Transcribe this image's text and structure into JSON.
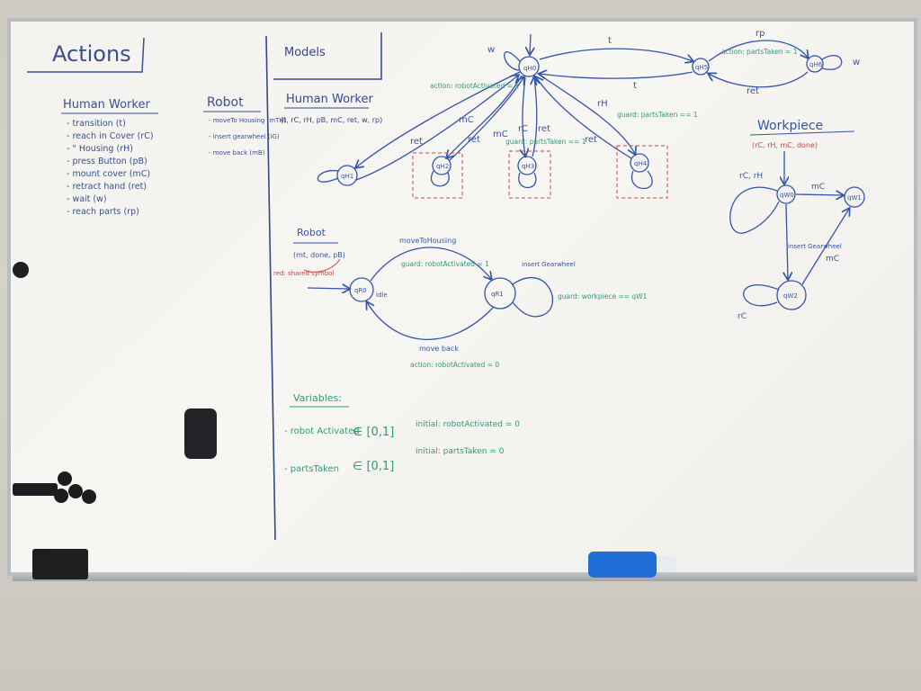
{
  "colors": {
    "marker_blue": "#3554a8",
    "marker_green": "#2f9a7a",
    "marker_red": "#c8473f",
    "board": "#f4f3ef"
  },
  "actions": {
    "title": "Actions"
  },
  "human_worker_list": {
    "title": "Human Worker",
    "items": [
      "- transition (t)",
      "- reach in Cover (rC)",
      "- \" Housing (rH)",
      "- press Button (pB)",
      "- mount cover (mC)",
      "- retract hand (ret)",
      "- wait (w)",
      "- reach parts (rp)"
    ]
  },
  "robot_list": {
    "title": "Robot",
    "items": [
      "- moveTo Housing (mTH)",
      "- insert gearwheel (iG)",
      "- move back (mB)"
    ]
  },
  "models": {
    "title": "Models",
    "human_worker_title": "Human Worker",
    "human_worker_alphabet": "(t, rC, rH, pB, mC, ret, w, rp)"
  },
  "hw_graph": {
    "states": [
      "qH0",
      "qH1",
      "qH2",
      "qH3",
      "qH4",
      "qH5",
      "qH6"
    ],
    "edges": [
      "t",
      "t",
      "rp",
      "ret",
      "ret",
      "mC",
      "ret",
      "mC",
      "rC",
      "ret",
      "rH",
      "ret",
      "w",
      "w"
    ],
    "green_notes": [
      "action: robotActivated = 1",
      "action: partsTaken = 1",
      "guard: partsTaken == 1",
      "guard: partsTaken == 1"
    ]
  },
  "robot_model": {
    "title": "Robot",
    "alphabet": "(mt, done, pB)",
    "red_note": "red: shared symbol",
    "states": [
      "qR0",
      "qR1"
    ],
    "edge_top": "moveToHousing",
    "guard_top": "guard: robotActivated = 1",
    "self_loop": "insert Gearwheel",
    "guard_right": "guard: workpiece == qW1",
    "state_label": "idle",
    "edge_bottom": "move back",
    "action_bottom": "action: robotActivated = 0"
  },
  "workpiece": {
    "title": "Workpiece",
    "alphabet": "(rC, rH, mC, done)",
    "states": [
      "qW0",
      "qW1",
      "qW2"
    ],
    "edges": [
      "rC, rH",
      "mC",
      "insert Gearwheel",
      "mC",
      "rC"
    ]
  },
  "variables": {
    "title": "Variables:",
    "rows": [
      {
        "name": "- robot Activated",
        "domain": "∈ [0,1]",
        "init": "initial: robotActivated = 0"
      },
      {
        "name": "- partsTaken",
        "domain": "∈ [0,1]",
        "init": "initial: partsTaken = 0"
      }
    ]
  }
}
